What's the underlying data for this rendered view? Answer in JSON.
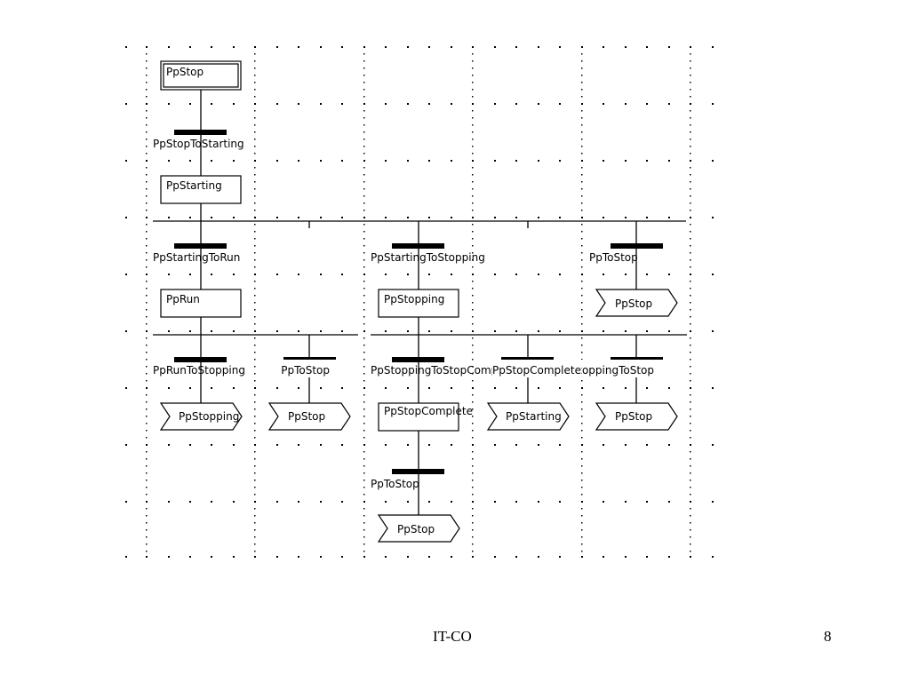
{
  "footer": {
    "center": "IT-CO",
    "page": "8"
  },
  "steps": {
    "ppstop_initial": "PpStop",
    "ppstarting": "PpStarting",
    "pprun": "PpRun",
    "ppstopping": "PpStopping",
    "ppstopcomplete": "PpStopComplete"
  },
  "transitions": {
    "stop_to_starting": "PpStopToStarting",
    "starting_to_run": "PpStartingToRun",
    "starting_to_stopping": "PpStartingToStopping",
    "to_stop_right": "PpToStop",
    "run_to_stopping": "PpRunToStopping",
    "run_to_stop": "PpToStop",
    "stopping_to_stop_complete": "PpStoppingToStopComplete",
    "complete_to_starting": "PpStopCompleteToStarting",
    "stopping_to_stop": "PpStoppingToStop",
    "complete_to_stop": "PpToStop"
  },
  "jumps": {
    "jump_to_stop_right": "PpStop",
    "jump_to_stopping": "PpStopping",
    "jump_to_stop_mid": "PpStop",
    "jump_to_starting": "PpStarting",
    "jump_to_stop_far": "PpStop",
    "jump_to_stop_bottom": "PpStop"
  },
  "colors": {
    "line": "#000000",
    "grid_dot": "#000000",
    "background": "#ffffff"
  }
}
